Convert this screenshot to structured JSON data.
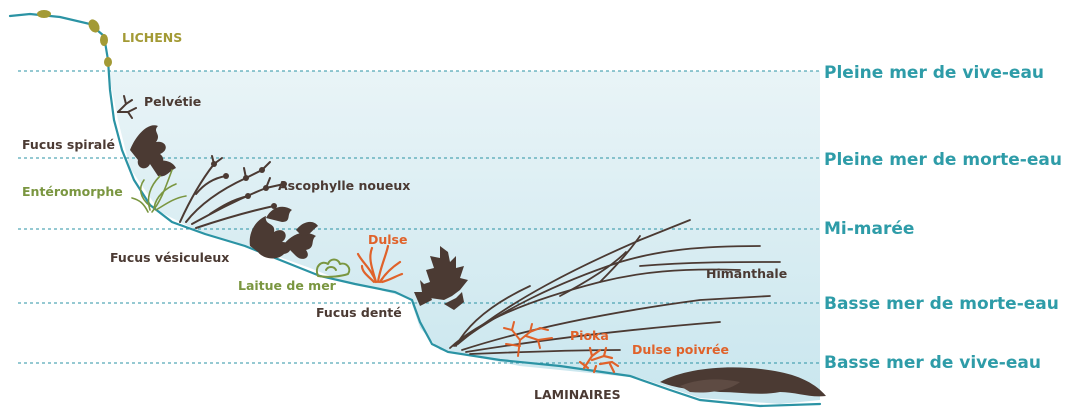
{
  "colors": {
    "water_top": "#e9f4f7",
    "water_bottom": "#c9e6ee",
    "shore_line": "#2b93a4",
    "tide_text": "#2e9ca8",
    "lichen": "#a39a35",
    "brown_algae": "#4b3a33",
    "green_algae": "#7a9640",
    "red_algae": "#e0622a",
    "dark_label": "#4b3a33"
  },
  "tide_levels": [
    {
      "id": "pleine-mer-vive-eau",
      "label": "Pleine mer de vive-eau"
    },
    {
      "id": "pleine-mer-morte-eau",
      "label": "Pleine mer de morte-eau"
    },
    {
      "id": "mi-maree",
      "label": "Mi-marée"
    },
    {
      "id": "basse-mer-morte-eau",
      "label": "Basse mer de morte-eau"
    },
    {
      "id": "basse-mer-vive-eau",
      "label": "Basse mer de vive-eau"
    }
  ],
  "species": [
    {
      "id": "lichens",
      "label": "LICHENS",
      "group": "lichen"
    },
    {
      "id": "pelvetie",
      "label": "Pelvétie",
      "group": "brown"
    },
    {
      "id": "fucus-spirale",
      "label": "Fucus spiralé",
      "group": "brown"
    },
    {
      "id": "enteromorphe",
      "label": "Entéromorphe",
      "group": "green"
    },
    {
      "id": "ascophylle",
      "label": "Ascophylle noueux",
      "group": "brown"
    },
    {
      "id": "fucus-vesiculeux",
      "label": "Fucus vésiculeux",
      "group": "brown"
    },
    {
      "id": "dulse",
      "label": "Dulse",
      "group": "red"
    },
    {
      "id": "laitue-de-mer",
      "label": "Laitue de mer",
      "group": "green"
    },
    {
      "id": "fucus-dente",
      "label": "Fucus denté",
      "group": "brown"
    },
    {
      "id": "himanthale",
      "label": "Himanthale",
      "group": "brown"
    },
    {
      "id": "pioka",
      "label": "Pioka",
      "group": "red"
    },
    {
      "id": "dulse-poivree",
      "label": "Dulse poivrée",
      "group": "red"
    },
    {
      "id": "laminaires",
      "label": "LAMINAIRES",
      "group": "brown"
    }
  ]
}
